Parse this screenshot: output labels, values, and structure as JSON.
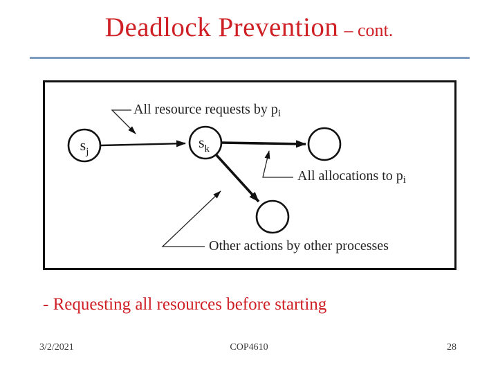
{
  "slide": {
    "title": "Deadlock Prevention",
    "title_suffix": "– cont.",
    "bullet": "- Requesting all resources before starting",
    "footer": {
      "date": "3/2/2021",
      "course": "COP4610",
      "page": "28"
    }
  },
  "figure": {
    "nodes": {
      "sj": {
        "main": "s",
        "sub": "j"
      },
      "sk": {
        "main": "s",
        "sub": "k"
      }
    },
    "labels": {
      "requests": {
        "text": "All resource requests by p",
        "sub": "i"
      },
      "allocations": {
        "text": "All allocations to p",
        "sub": "i"
      },
      "other": {
        "text": "Other actions by other processes"
      }
    }
  },
  "colors": {
    "title_red": "#cf2026",
    "rule_blue": "#7d9cbd",
    "figure_ink": "#232323"
  }
}
